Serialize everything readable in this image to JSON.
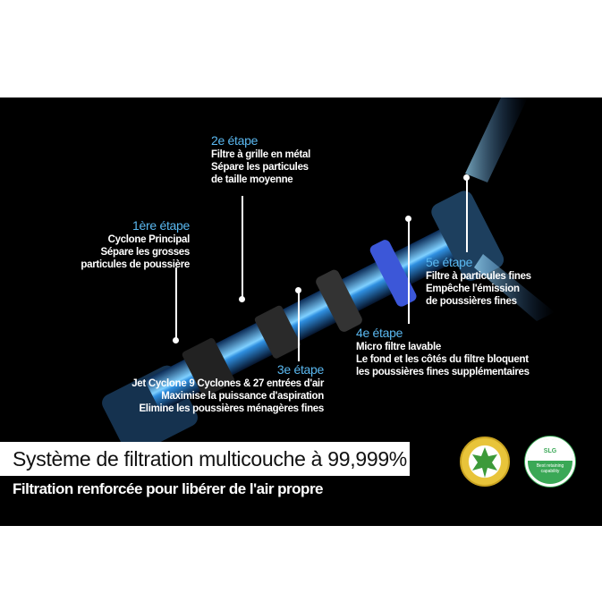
{
  "stages": [
    {
      "step": "1ère étape",
      "lines": [
        "Cyclone Principal",
        "Sépare les grosses",
        "particules de poussière"
      ]
    },
    {
      "step": "2e étape",
      "lines": [
        "Filtre à grille en métal",
        "Sépare les particules",
        "de taille moyenne"
      ]
    },
    {
      "step": "3e étape",
      "lines": [
        "Jet Cyclone 9 Cyclones & 27 entrées d'air",
        "Maximise la puissance d'aspiration",
        "Elimine les poussières ménagères fines"
      ]
    },
    {
      "step": "4e étape",
      "lines": [
        "Micro filtre lavable",
        "Le fond et les côtés du filtre bloquent",
        "les poussières fines supplémentaires"
      ]
    },
    {
      "step": "5e étape",
      "lines": [
        "Filtre à particules fines",
        "Empêche l'émission",
        "de poussières fines"
      ]
    }
  ],
  "headline": "Système de filtration multicouche à 99,999%",
  "subheadline": "Filtration renforcée pour libérer de l'air propre",
  "badges": {
    "slg_mark": "SLG",
    "slg_text": "Best retaining capability"
  },
  "colors": {
    "stage_title": "#5ab8f0",
    "background": "#000000",
    "tube_glow": "#2f8fe0"
  }
}
